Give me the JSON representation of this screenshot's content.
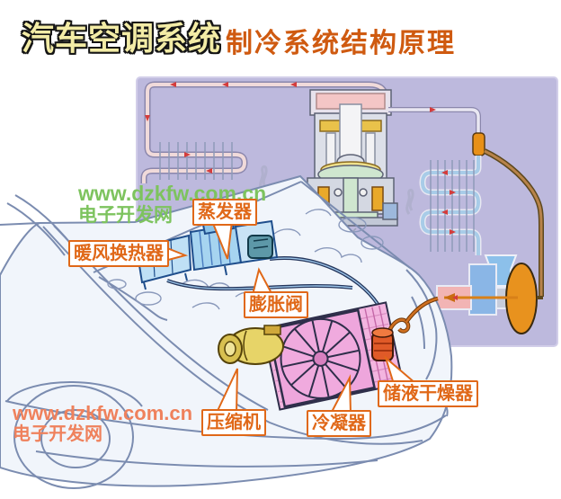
{
  "header": {
    "title_main": "汽车空调系统",
    "title_sub": "制冷系统结构原理"
  },
  "watermarks": {
    "top": {
      "line1": "www.dzkfw.com.cn",
      "line2": "电子开发网"
    },
    "bottom": {
      "line1": "www.dzkfw.com.cn",
      "line2": "电子开发网"
    }
  },
  "labels": {
    "evaporator": "蒸发器",
    "heater_core": "暖风换热器",
    "expansion_valve": "膨胀阀",
    "compressor": "压缩机",
    "condenser": "冷凝器",
    "receiver_drier": "储液干燥器"
  },
  "colors": {
    "title_main_fill": "#f3eca6",
    "title_main_outline": "#141414",
    "title_sub": "#cf5a10",
    "label_orange": "#e06818",
    "watermark_green": "#7dc35e",
    "watermark_orange": "#ef815c",
    "schematic_background": "#bdb9dd",
    "hot_pipe_pink": "#f0dada",
    "cold_pipe_blue": "#a8cce8",
    "car_line_blue": "#7b8cb0",
    "condenser_pink": "#f3b5e0",
    "compressor_yellow": "#e7d468",
    "receiver_red": "#e05a28",
    "flow_arrow_red": "#d43c3c"
  }
}
